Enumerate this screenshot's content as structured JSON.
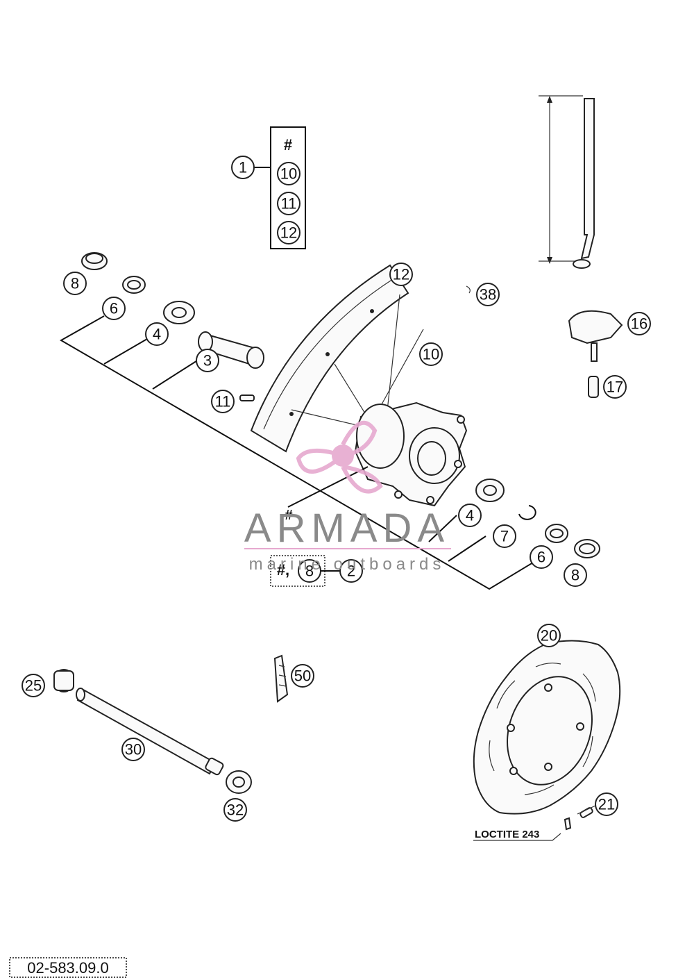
{
  "callouts": {
    "c1": "1",
    "c10a": "10",
    "c11a": "11",
    "c12a": "12",
    "c8a": "8",
    "c6a": "6",
    "c4a": "4",
    "c3": "3",
    "c11b": "11",
    "c12b": "12",
    "c10b": "10",
    "c38": "38",
    "c16": "16",
    "c17": "17",
    "c4b": "4",
    "c7": "7",
    "c6b": "6",
    "c8b": "8",
    "c8c": "8",
    "c2": "2",
    "c20": "20",
    "c21": "21",
    "c25": "25",
    "c50": "50",
    "c30": "30",
    "c32": "32"
  },
  "hash_symbol": "#",
  "hash_box_label": "#,",
  "loctite_label": "LOCTITE 243",
  "drawing_number": "02-583.09.0",
  "watermark": {
    "brand": "ARMADA",
    "tagline": "marine outboards",
    "color": "#e6a9cf"
  }
}
